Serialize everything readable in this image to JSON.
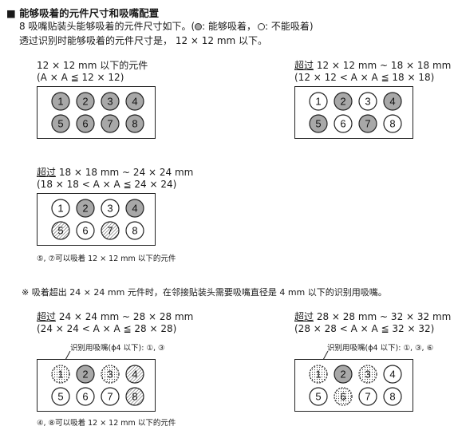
{
  "header": {
    "title": "■ 能够吸着的元件尺寸和吸嘴配置",
    "line1_pre": "8 吸嘴贴装头能够吸着的元件尺寸如下。(",
    "line1_gray_label": ": 能够吸着，",
    "line1_white_label": ": 不能吸着)",
    "line2": "透过识别时能够吸着的元件尺寸是， 12 × 12 mm 以下。"
  },
  "groups": [
    {
      "id": "g1",
      "label_line1_underlined": "",
      "label_line1": "12 × 12 mm 以下的元件",
      "label_line2": "(A × A  ≦  12 × 12)",
      "callout": "",
      "note": "",
      "nozzles": [
        {
          "num": "1",
          "fill": "gray"
        },
        {
          "num": "2",
          "fill": "gray"
        },
        {
          "num": "3",
          "fill": "gray"
        },
        {
          "num": "4",
          "fill": "gray"
        },
        {
          "num": "5",
          "fill": "gray"
        },
        {
          "num": "6",
          "fill": "gray"
        },
        {
          "num": "7",
          "fill": "gray"
        },
        {
          "num": "8",
          "fill": "gray"
        }
      ]
    },
    {
      "id": "g2",
      "label_line1_underlined": "超过",
      "label_line1": " 12 × 12 mm ~ 18 × 18 mm",
      "label_line2": "(12 × 12 < A × A  ≦  18 × 18)",
      "callout": "",
      "note": "",
      "nozzles": [
        {
          "num": "1",
          "fill": "white"
        },
        {
          "num": "2",
          "fill": "gray"
        },
        {
          "num": "3",
          "fill": "white"
        },
        {
          "num": "4",
          "fill": "gray"
        },
        {
          "num": "5",
          "fill": "gray"
        },
        {
          "num": "6",
          "fill": "white"
        },
        {
          "num": "7",
          "fill": "gray"
        },
        {
          "num": "8",
          "fill": "white"
        }
      ]
    },
    {
      "id": "g3",
      "label_line1_underlined": "超过",
      "label_line1": " 18 × 18 mm ~ 24 × 24 mm",
      "label_line2": "(18 × 18 < A × A  ≦  24 × 24)",
      "callout": "",
      "note": "⑤, ⑦可以吸着 12 × 12 mm 以下的元件",
      "nozzles": [
        {
          "num": "1",
          "fill": "white"
        },
        {
          "num": "2",
          "fill": "gray"
        },
        {
          "num": "3",
          "fill": "white"
        },
        {
          "num": "4",
          "fill": "gray"
        },
        {
          "num": "5",
          "fill": "hatch"
        },
        {
          "num": "6",
          "fill": "white"
        },
        {
          "num": "7",
          "fill": "hatch"
        },
        {
          "num": "8",
          "fill": "white"
        }
      ]
    },
    {
      "id": "g4",
      "label_line1_underlined": "超过",
      "label_line1": " 24 × 24 mm ~ 28 × 28 mm",
      "label_line2": "(24 × 24 < A × A  ≦  28 × 28)",
      "callout": "识别用吸嘴(ϕ4 以下): ①, ③",
      "note": "④, ⑧可以吸着 12 × 12 mm 以下的元件",
      "nozzles": [
        {
          "num": "1",
          "fill": "dots"
        },
        {
          "num": "2",
          "fill": "gray"
        },
        {
          "num": "3",
          "fill": "dots"
        },
        {
          "num": "4",
          "fill": "hatch"
        },
        {
          "num": "5",
          "fill": "white"
        },
        {
          "num": "6",
          "fill": "white"
        },
        {
          "num": "7",
          "fill": "white"
        },
        {
          "num": "8",
          "fill": "hatch"
        }
      ]
    },
    {
      "id": "g5",
      "label_line1_underlined": "超过",
      "label_line1": " 28 × 28 mm ~ 32 × 32 mm",
      "label_line2": "(28 × 28 < A × A  ≦  32 × 32)",
      "callout": "识别用吸嘴(ϕ4 以下): ①, ③, ⑥",
      "note": "",
      "nozzles": [
        {
          "num": "1",
          "fill": "dots"
        },
        {
          "num": "2",
          "fill": "gray"
        },
        {
          "num": "3",
          "fill": "dots"
        },
        {
          "num": "4",
          "fill": "white"
        },
        {
          "num": "5",
          "fill": "white"
        },
        {
          "num": "6",
          "fill": "dots"
        },
        {
          "num": "7",
          "fill": "white"
        },
        {
          "num": "8",
          "fill": "white"
        }
      ]
    }
  ],
  "notice": "※  吸着超出 24 × 24 mm 元件时，在邻接贴装头需要吸嘴直径是 4 mm 以下的识别用吸嘴。",
  "colors": {
    "gray_fill": "#a8a8a8",
    "stroke": "#222222"
  }
}
